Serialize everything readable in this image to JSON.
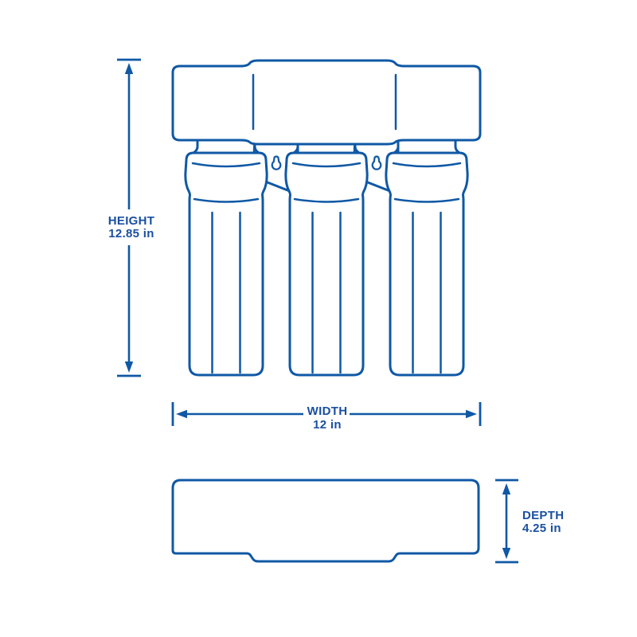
{
  "diagram": {
    "type": "product-dimensions",
    "subject": "three-stage water filter system (front view and top view)",
    "colors": {
      "line_blue": "#0f58a5",
      "text_blue": "#1a4fa0",
      "background": "#ffffff"
    },
    "dimensions": {
      "height": {
        "label": "HEIGHT",
        "value": "12.85 in"
      },
      "width": {
        "label": "WIDTH",
        "value": "12 in"
      },
      "depth": {
        "label": "DEPTH",
        "value": "4.25 in"
      }
    }
  }
}
